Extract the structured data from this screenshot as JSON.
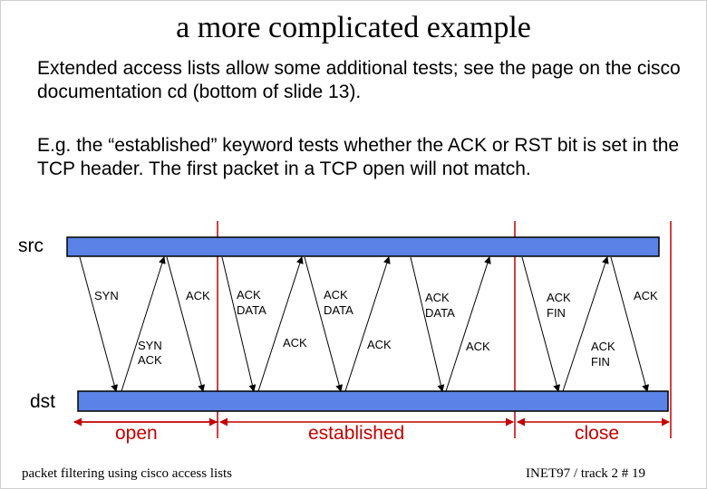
{
  "title": "a more complicated example",
  "paragraphs": [
    "Extended access lists allow some additional tests; see the page on the cisco documentation cd (bottom of slide 13).",
    "E.g. the “established” keyword tests whether the ACK or RST bit is set in the TCP header. The first packet in a TCP open will not match."
  ],
  "hosts": {
    "src": "src",
    "dst": "dst"
  },
  "phases": {
    "open": "open",
    "established": "established",
    "close": "close"
  },
  "packets": [
    {
      "id": "p1",
      "lines": [
        "SYN"
      ]
    },
    {
      "id": "p2",
      "lines": [
        "SYN",
        "ACK"
      ]
    },
    {
      "id": "p3",
      "lines": [
        "ACK"
      ]
    },
    {
      "id": "p4",
      "lines": [
        "ACK",
        "DATA"
      ]
    },
    {
      "id": "p5",
      "lines": [
        "ACK"
      ]
    },
    {
      "id": "p6",
      "lines": [
        "ACK",
        "DATA"
      ]
    },
    {
      "id": "p7",
      "lines": [
        "ACK"
      ]
    },
    {
      "id": "p8",
      "lines": [
        "ACK",
        "DATA"
      ]
    },
    {
      "id": "p9",
      "lines": [
        "ACK"
      ]
    },
    {
      "id": "p10",
      "lines": [
        "ACK",
        "FIN"
      ]
    },
    {
      "id": "p11",
      "lines": [
        "ACK",
        "FIN"
      ]
    },
    {
      "id": "p12",
      "lines": [
        "ACK"
      ]
    }
  ],
  "footer": {
    "left": "packet filtering using cisco access lists",
    "right": "INET97 / track 2 # 19"
  },
  "colors": {
    "bar": "#5b82e6",
    "accent": "#c40000"
  }
}
